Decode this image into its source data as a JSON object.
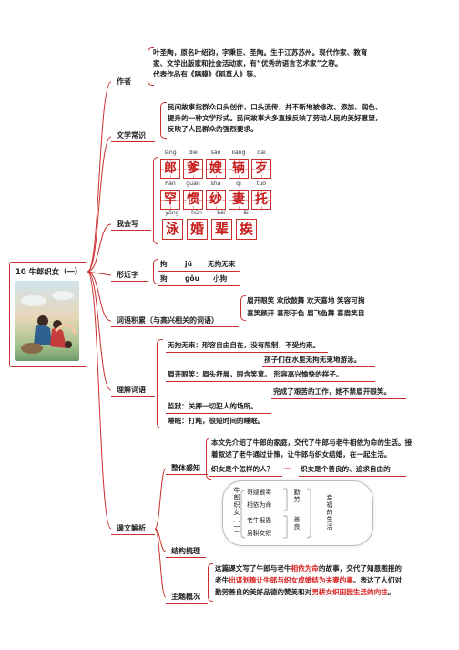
{
  "root": {
    "title": "10 牛郎织女（一）",
    "image_alt": "cover-illustration"
  },
  "author": {
    "label": "作者",
    "lines": [
      "叶圣陶，原名叶绍钧，字秉臣、圣陶。生于江苏苏州。现代作家、教育",
      "家、文学出版家和社会活动家，有“优秀的语言艺术家”之称。",
      "代表作品有《隔膜》《稻草人》等。"
    ]
  },
  "literature": {
    "label": "文学常识",
    "lines": [
      "民间故事指群众口头创作、口头流传，并不断地被修改、添加、润色、",
      "提升的一种文学形式。民间故事大多直接反映了劳动人民的美好愿望，",
      "反映了人民群众的强烈要求。"
    ]
  },
  "writing": {
    "label": "我会写",
    "row1_pinyin": [
      "láng",
      "diē",
      "sǎo",
      "liàng",
      "dǎi"
    ],
    "row1_chars": [
      "郎",
      "爹",
      "嫂",
      "辆",
      "歹"
    ],
    "row2_pinyin": [
      "hǎn",
      "guàn",
      "shā",
      "qī",
      "tuō"
    ],
    "row2_chars": [
      "罕",
      "惯",
      "纱",
      "妻",
      "托"
    ],
    "row3_pinyin": [
      "yǒng",
      "hūn",
      "bèi",
      "āi"
    ],
    "row3_chars": [
      "泳",
      "婚",
      "辈",
      "挨"
    ]
  },
  "shapes": {
    "label": "形近字",
    "line1": [
      "拘",
      "jū",
      "无拘无束"
    ],
    "line2": [
      "狗",
      "gǒu",
      "小狗"
    ]
  },
  "vocab": {
    "label": "词语积累（与高兴相关的词语）",
    "lines": [
      "眉开眼笑 欢欣鼓舞 欢天喜地 笑容可掬",
      "喜笑颜开 喜形于色 眉飞色舞 喜眉笑目"
    ]
  },
  "understand": {
    "label": "理解词语",
    "items": [
      "无拘无束：形容自由自在，没有限制，不受约束。",
      "孩子们在水里无拘无束地游泳。",
      "眉开眼笑：眉头舒展，眼含笑意。 形容高兴愉快的样子。",
      "完成了艰苦的工作，她不禁眉开眼笑。",
      "监狱：关押一切犯人的场所。",
      "睡眠：打盹，很短时间的睡眠。"
    ]
  },
  "analysis": {
    "label": "课文解析",
    "overall_label": "整体感知",
    "overall_lines": [
      "本文先介绍了牛郎的家庭，交代了牛郎与老牛相依为命的生活。接",
      "着叙述了老牛通过计策，让牛郎与织女结婚，在一起生活。"
    ],
    "question": "织女是个怎样的人？",
    "answer": "织女是个善良的、追求自由的",
    "structure_label": "结构梳理",
    "structure": {
      "title": "牛郎织女（一）",
      "items": [
        "哥嫂狠毒",
        "相依为命",
        "老牛报恩",
        "男耕女织"
      ],
      "mid1": "勤劳",
      "mid2": "善良",
      "result": "幸福的生活"
    },
    "theme_label": "主题概况",
    "theme_l1_a": "这篇课文写了牛郎与老牛",
    "theme_l1_b": "相依为命",
    "theme_l1_c": "的故事，交代了知恩图报的",
    "theme_l2_a": "老牛",
    "theme_l2_b": "出谋划策让牛郎与织女成婚结为夫妻的事",
    "theme_l2_c": "。表达了人们对",
    "theme_l3_a": "勤劳善良的美好品德的赞美和对",
    "theme_l3_b": "男耕女织田园生活的向往",
    "theme_l3_c": "。"
  },
  "colors": {
    "accent": "#c9302c"
  }
}
